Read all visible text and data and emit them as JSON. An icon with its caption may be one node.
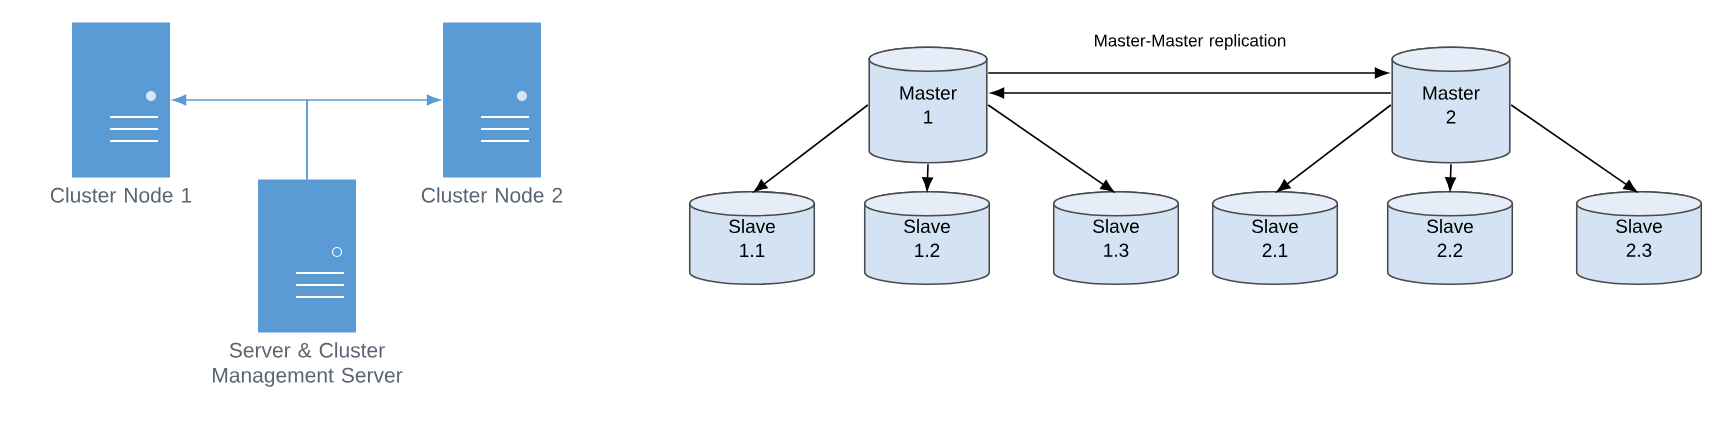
{
  "diagram": {
    "nodes": [
      {
        "text": [
          "Cluster Node 1"
        ]
      },
      {
        "text": [
          "Cluster Node 2"
        ]
      },
      {
        "text": [
          "Server & Cluster Management Server"
        ]
      },
      {
        "text": [
          "Master 1"
        ]
      },
      {
        "text": [
          "Master 2"
        ]
      },
      {
        "text": [
          "Slave 1.1"
        ]
      },
      {
        "text": [
          "Slave 1.2"
        ]
      },
      {
        "text": [
          "Slave 1.3"
        ]
      },
      {
        "text": [
          "Slave 2.1"
        ]
      },
      {
        "text": [
          "Slave 2.2"
        ]
      },
      {
        "text": [
          "Slave 2.3"
        ]
      }
    ],
    "edges": [
      {
        "from": 2,
        "to": 0,
        "arrow": "to",
        "color": "#5b9bd5"
      },
      {
        "from": 2,
        "to": 1,
        "arrow": "to",
        "color": "#5b9bd5"
      },
      {
        "from": 3,
        "to": 4,
        "arrow": "to",
        "label": "Master-Master replication"
      },
      {
        "from": 4,
        "to": 3,
        "arrow": "to"
      },
      {
        "from": 3,
        "to": 5,
        "arrow": "to"
      },
      {
        "from": 3,
        "to": 6,
        "arrow": "to"
      },
      {
        "from": 3,
        "to": 7,
        "arrow": "to"
      },
      {
        "from": 4,
        "to": 8,
        "arrow": "to"
      },
      {
        "from": 4,
        "to": 9,
        "arrow": "to"
      },
      {
        "from": 4,
        "to": 10,
        "arrow": "to"
      }
    ]
  }
}
